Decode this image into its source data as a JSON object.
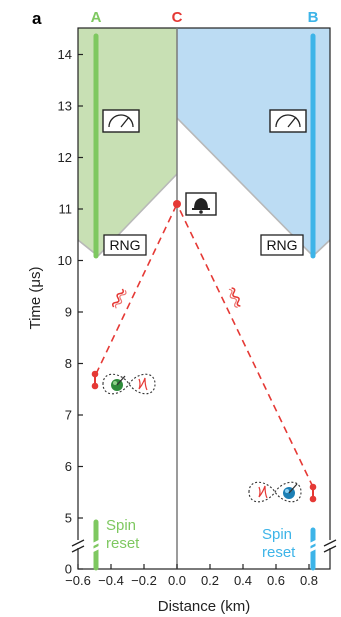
{
  "panel_label": "a",
  "stations": {
    "a": {
      "label": "A",
      "color": "#7ec860",
      "x_km": -0.5
    },
    "c": {
      "label": "C",
      "color": "#e53935",
      "x_km": 0.0
    },
    "b": {
      "label": "B",
      "color": "#3db4e8",
      "x_km": 0.82
    }
  },
  "axes": {
    "xlabel": "Distance (km)",
    "ylabel": "Time (μs)",
    "x_ticks": [
      "−0.6",
      "−0.4",
      "−0.2",
      "0.0",
      "0.2",
      "0.4",
      "0.6",
      "0.8"
    ],
    "x_tick_values": [
      -0.6,
      -0.4,
      -0.2,
      0.0,
      0.2,
      0.4,
      0.6,
      0.8
    ],
    "y_ticks": [
      "0",
      "5",
      "6",
      "7",
      "8",
      "9",
      "10",
      "11",
      "12",
      "13",
      "14"
    ],
    "y_tick_values": [
      0,
      5,
      6,
      7,
      8,
      9,
      10,
      11,
      12,
      13,
      14
    ]
  },
  "labels": {
    "rng_a": "RNG",
    "rng_b": "RNG",
    "spin_reset_a_line1": "Spin",
    "spin_reset_a_line2": "reset",
    "spin_reset_b_line1": "Spin",
    "spin_reset_b_line2": "reset"
  },
  "events": {
    "photon_emission_a_us": 7.7,
    "photon_emission_b_us": 5.5,
    "bell_detection_us": 11.05,
    "rng_time_us": 10.2
  },
  "colors": {
    "light_cone_a": "#c8e0b4",
    "light_cone_b": "#bcdcf3",
    "photon": "#e53935",
    "center_line": "#7a7a7a"
  },
  "icons": {
    "meter_a": "meter-icon",
    "meter_b": "meter-icon",
    "bell": "bell-icon",
    "entangled_a": "entangled-spin-icon",
    "entangled_b": "entangled-spin-icon"
  }
}
